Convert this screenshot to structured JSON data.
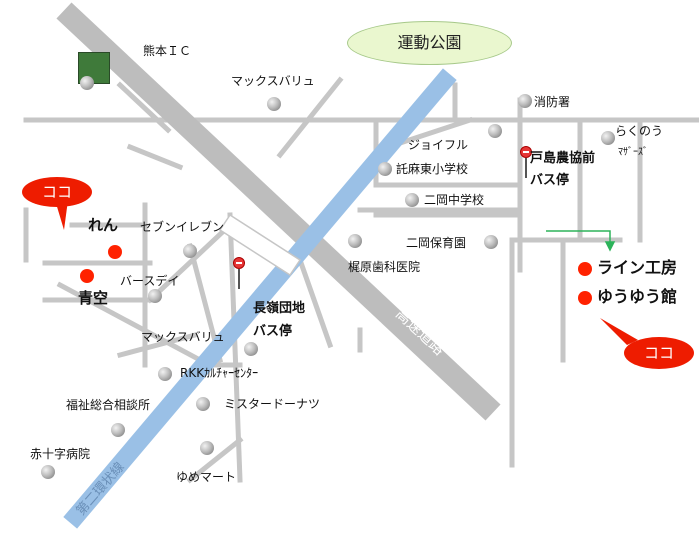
{
  "park": {
    "label": "運動公園"
  },
  "places": {
    "kumamoto_ic": "熊本ＩＣ",
    "max_valu_1": "マックスバリュ",
    "shobosho": "消防署",
    "joyful": "ジョイフル",
    "takuma_higashi": "託麻東小学校",
    "niioka_chugaku": "二岡中学校",
    "niioka_hoikuen": "二岡保育園",
    "kajiwara_shika": "梶原歯科医院",
    "seven_eleven": "セブンイレブン",
    "birthday": "バースデイ",
    "max_valu_2": "マックスバリュ",
    "rkk": "RKKｶﾙﾁｬｰｾﾝﾀｰ",
    "fukushi": "福祉総合相談所",
    "mister_donut": "ミスタードーナツ",
    "sekijuji": "赤十字病院",
    "youme": "ゆめマート",
    "rakunou": "らくのう",
    "mothers": "ﾏｻﾞｰｽﾞ"
  },
  "bus": {
    "tojima_line1": "戸島農協前",
    "tojima_line2": "バス停",
    "nagamine_line1": "長嶺団地",
    "nagamine_line2": "バス停"
  },
  "roads": {
    "expressway": "高速道路",
    "blue_road": "第二環状線"
  },
  "markers": {
    "ren": "れん",
    "aozora": "青空",
    "line_kobo": "ライン工房",
    "yuuyuu": "ゆうゆう館"
  },
  "bubbles": {
    "left": "ココ",
    "right": "ココ"
  },
  "colors": {
    "marker_red": "#ff2200",
    "bubble_red": "#ee1c00",
    "river_blue": "#9ac0e6",
    "expressway_gray": "#bdbdbd",
    "road_gray": "#c6c6c6",
    "arrow_green": "#2db35a"
  }
}
